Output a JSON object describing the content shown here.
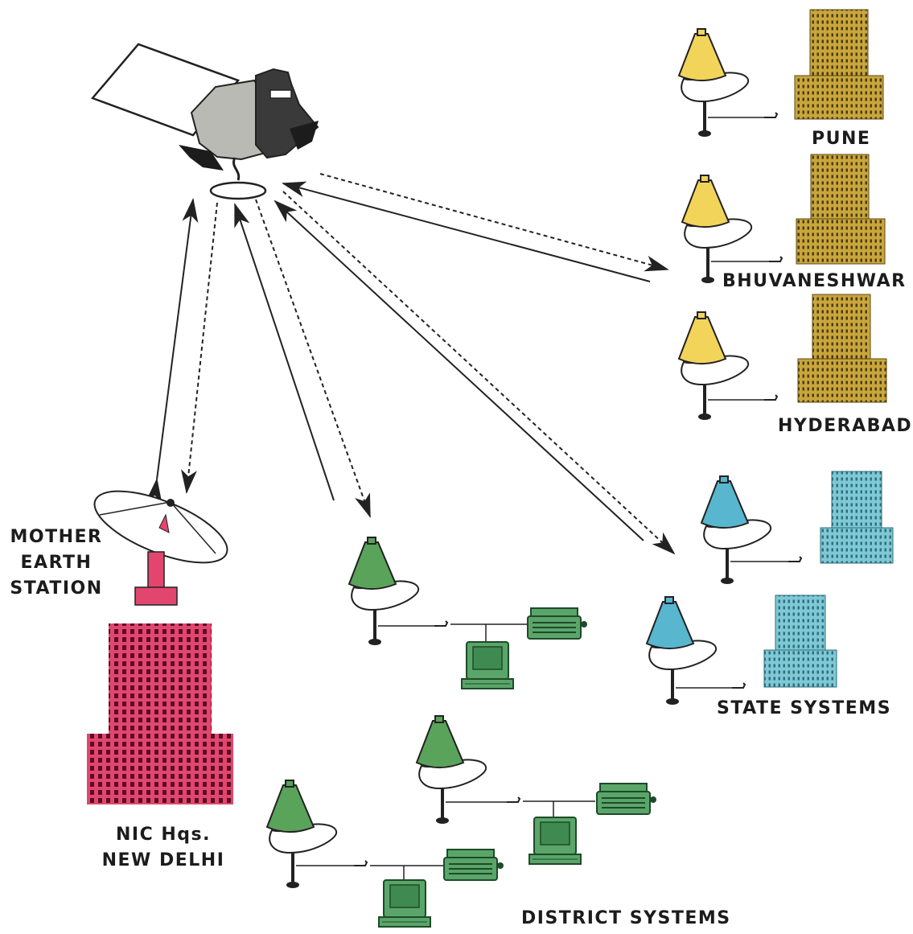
{
  "labels": {
    "pune": "PUNE",
    "bhuvaneshwar": "BHUVANESHWAR",
    "hyderabad": "HYDERABAD",
    "mother_station": "MOTHER\nEARTH\nSTATION",
    "nic_hqs": "NIC Hqs.\nNEW DELHI",
    "state_systems": "STATE SYSTEMS",
    "district_systems": "DISTRICT SYSTEMS"
  },
  "colors": {
    "regional_center": "#c9a63c",
    "regional_dish": "#f3d45a",
    "state_system": "#7fc8d6",
    "state_dish": "#58b6cf",
    "district_terminal": "#5aa56a",
    "district_dish": "#5aa35a",
    "headquarters": "#e2466e",
    "satellite_body": "#b9bab3",
    "uplink_arrow": "#222222",
    "downlink_arrow": "#222222"
  },
  "icons": {
    "satellite": "satellite-icon",
    "dish": "satellite-dish-icon",
    "building": "building-icon",
    "computer": "computer-terminal-icon",
    "printer": "printer-icon"
  }
}
